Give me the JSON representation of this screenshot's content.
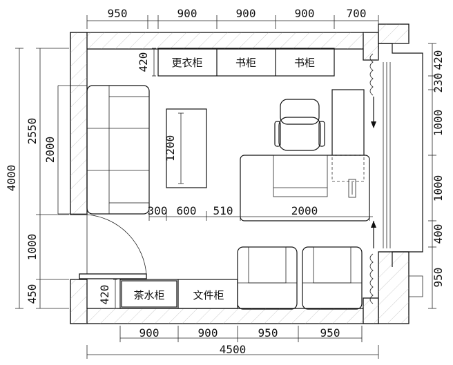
{
  "labels": {
    "wardrobe": "更衣柜",
    "bookcase_1": "书柜",
    "bookcase_2": "书柜",
    "tea_cabinet": "茶水柜",
    "file_cabinet": "文件柜"
  },
  "dimensions": {
    "top": [
      "950",
      "900",
      "900",
      "900",
      "700"
    ],
    "bottom": [
      "900",
      "900",
      "950",
      "950"
    ],
    "bottom_total": "4500",
    "left_outer": "4000",
    "left_mid": [
      "2550",
      "1000",
      "450"
    ],
    "left_inner": "2000",
    "right": [
      "420",
      "230",
      "1000",
      "1000",
      "400",
      "950"
    ],
    "wardrobe_depth": "420",
    "tea_cabinet_depth": "420",
    "table_length": "1200",
    "inner_row": [
      "300",
      "600",
      "510",
      "2000"
    ]
  },
  "colors": {
    "line": "#111111",
    "hatch": "#9a9a9a",
    "background": "#ffffff"
  }
}
